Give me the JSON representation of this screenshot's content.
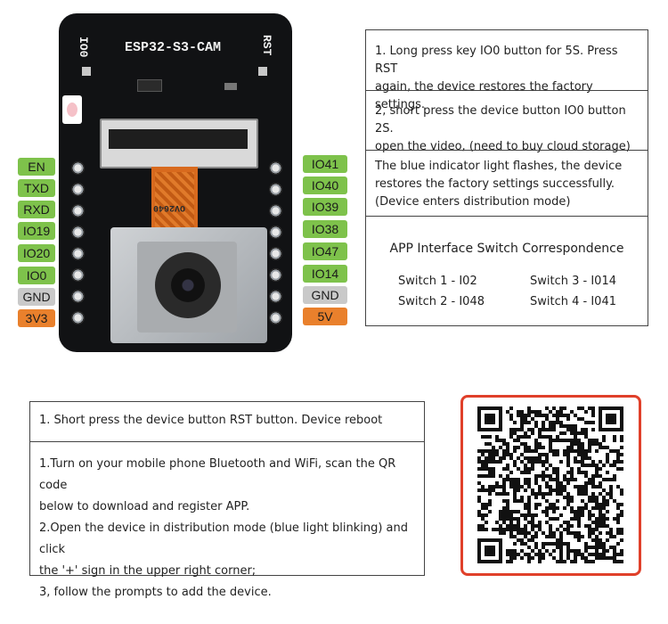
{
  "board": {
    "model_label": "ESP32-S3-CAM",
    "io0_label": "IO0",
    "rst_label": "RST",
    "camera_label": "OV2640"
  },
  "pins_left": [
    "EN",
    "TXD",
    "RXD",
    "IO19",
    "IO20",
    "IO0",
    "GND",
    "3V3"
  ],
  "pins_right": [
    "IO41",
    "IO40",
    "IO39",
    "IO38",
    "IO47",
    "IO14",
    "GND",
    "5V"
  ],
  "colors": {
    "pin_green": "#7ec24b",
    "pin_gray": "#c9c9c9",
    "pin_orange": "#e9802c",
    "qr_border": "#e0402a"
  },
  "instructions_top": {
    "step1_line1": "1. Long press key IO0 button for 5S. Press RST",
    "step1_line2": "again, the device restores the factory settings.",
    "step2_line1": "2, short press the device button IO0 button 2S.",
    "step2_line2": " open the video, (need to buy cloud storage)",
    "step3_line1": "The blue indicator light flashes, the device",
    "step3_line2": "restores the factory settings successfully.",
    "step3_line3": "(Device enters distribution mode)",
    "switch_title": "APP Interface Switch Correspondence",
    "switch1": "Switch 1 - I02",
    "switch2": "Switch 2 - I048",
    "switch3": "Switch 3 - I014",
    "switch4": "Switch 4 - I041"
  },
  "instructions_bottom": {
    "reboot": "1. Short press the device button RST button. Device reboot",
    "line1": "1.Turn on your mobile phone Bluetooth and WiFi, scan the QR code",
    "line2": "below to download and register APP.",
    "line3": "2.Open the device in distribution mode (blue light blinking) and click",
    "line4": "the '+' sign in the upper right corner;",
    "line5": "3, follow the prompts to add the device."
  }
}
